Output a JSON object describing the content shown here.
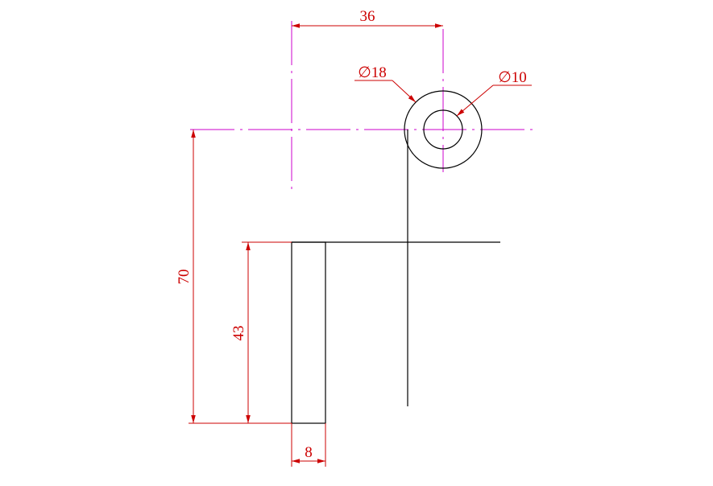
{
  "drawing": {
    "colors": {
      "background": "#ffffff",
      "geometry": "#000000",
      "dimension": "#cc0000",
      "centerline": "#cc00cc"
    },
    "dimensions": {
      "horizontal_offset": "36",
      "outer_diameter": "∅18",
      "inner_diameter": "∅10",
      "overall_height": "70",
      "bar_height": "43",
      "bar_width": "8"
    }
  }
}
